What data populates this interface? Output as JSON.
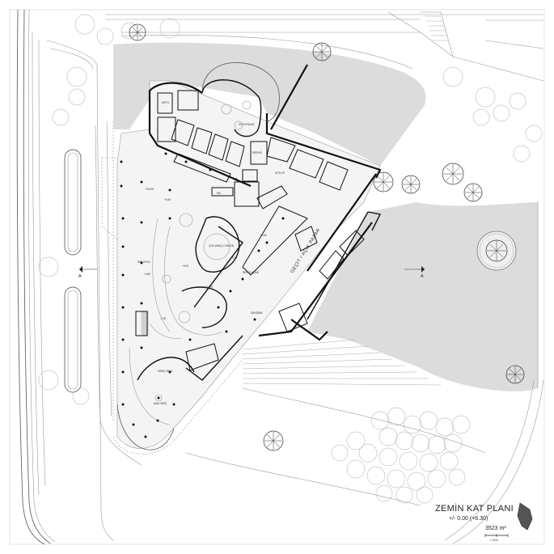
{
  "title_block": {
    "title": "ZEMİN KAT PLANI",
    "elevation": "+/- 0.00 (+6.30)",
    "area": "3523 m²",
    "scale_label": "1:1000"
  },
  "labels": {
    "passage": "GEÇİT / AÇIK PAZAR",
    "entrance_hall": "GİRİŞ HOLÜ",
    "main_entrance": "ANA GİRİŞ",
    "kat_holu": "KAT HOLÜ",
    "cafe": "KAFE",
    "exhibition": "SERGİ ALANI",
    "library": "KÜTÜPHANE",
    "workshop": "ATÖLYE",
    "foyer": "FUAYE",
    "service": "SERVİS",
    "stores": "DEPO",
    "wc": "WC",
    "info": "DANIŞMA",
    "multipurpose": "ÇOK AMAÇLI SALON"
  },
  "levels": {
    "l1": "+6.30",
    "l2": "+0.00",
    "l3": "+0.30",
    "l4": "-1.50",
    "l5": "+4.80",
    "l6": "+0.60"
  },
  "section_marks": {
    "left": "A",
    "right": "A"
  },
  "colors": {
    "wall": "#111111",
    "hatch": "#dcdcdc",
    "line": "#9a9a9a"
  }
}
